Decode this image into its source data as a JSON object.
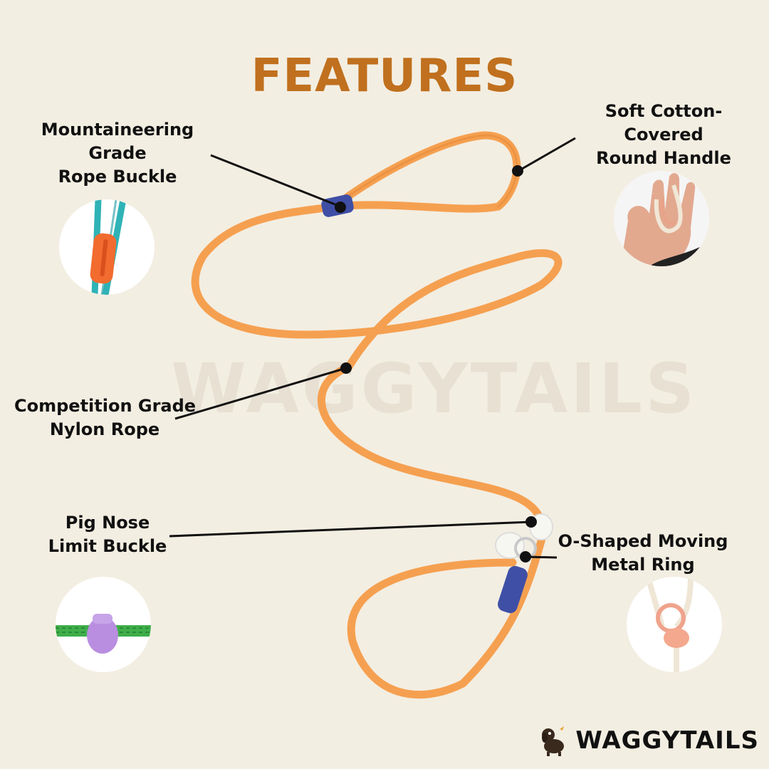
{
  "title": "FEATURES",
  "watermark": "WAGGYTAILS",
  "brand": {
    "name": "WAGGYTAILS",
    "logo_icon": "dachshund-logo-icon"
  },
  "colors": {
    "background": "#f3eee2",
    "title": "#c0701e",
    "rope": "#f5a050",
    "buckle": "#3f4fa6",
    "text": "#111111"
  },
  "features": [
    {
      "id": "rope-buckle",
      "lines": [
        "Mountaineering",
        "Grade",
        "Rope Buckle"
      ]
    },
    {
      "id": "round-handle",
      "lines": [
        "Soft Cotton-",
        "Covered",
        "Round Handle"
      ]
    },
    {
      "id": "nylon-rope",
      "lines": [
        "Competition Grade",
        "Nylon Rope"
      ]
    },
    {
      "id": "limit-buckle",
      "lines": [
        "Pig Nose",
        "Limit Buckle"
      ]
    },
    {
      "id": "metal-ring",
      "lines": [
        "O-Shaped Moving",
        "Metal Ring"
      ]
    }
  ]
}
